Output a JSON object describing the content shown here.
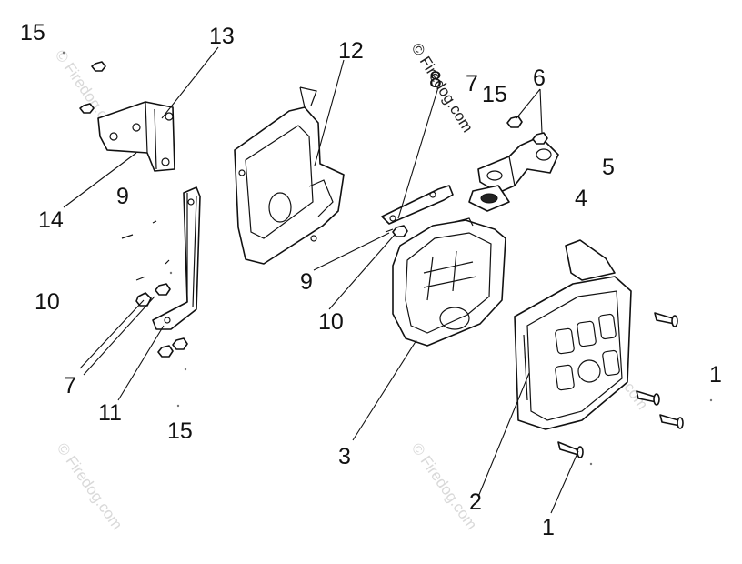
{
  "diagram": {
    "callouts": [
      "15",
      "13",
      "12",
      "8",
      "7",
      "15",
      "6",
      "5",
      "4",
      "9",
      "14",
      "10",
      "9",
      "10",
      "1",
      "7",
      "11",
      "15",
      "3",
      "2",
      "1"
    ],
    "watermarks": [
      "© Firedog.com",
      "© Firedog.com",
      "© Firedog.com",
      "© Firedog.com",
      "© Firedog.com"
    ]
  }
}
